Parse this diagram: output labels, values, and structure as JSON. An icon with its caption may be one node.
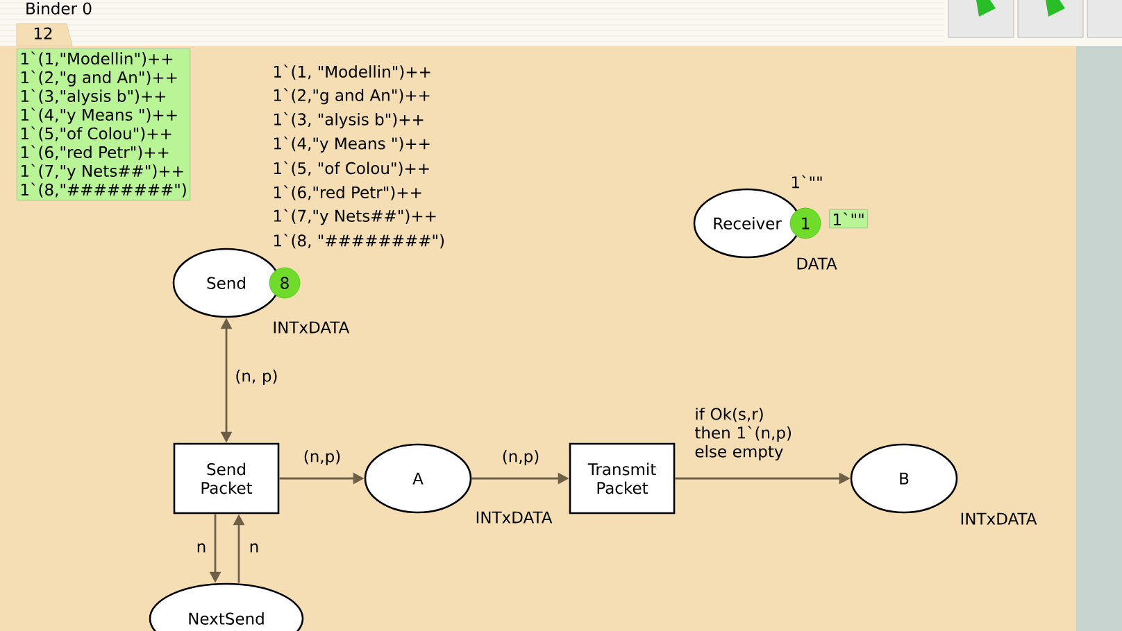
{
  "diagram": {
    "nodes": [
      {
        "text": [
          "Send"
        ],
        "beside": [
          "INTxDATA",
          "1`(1, \"Modellin\")++",
          "1`(2,\"g and An\")++",
          "1`(3, \"alysis b\")++",
          "1`(4,\"y Means \")++",
          "1`(5, \"of Colou\")++",
          "1`(6,\"red Petr\")++",
          "1`(7,\"y Nets##\")++",
          "1`(8, \"########\")"
        ]
      },
      {
        "text": [
          "8"
        ]
      },
      {
        "text": [
          "1`(1,\"Modellin\")++",
          "1`(2,\"g and An\")++",
          "1`(3,\"alysis b\")++",
          "1`(4,\"y Means \")++",
          "1`(5,\"of Colou\")++",
          "1`(6,\"red Petr\")++",
          "1`(7,\"y Nets##\")++",
          "1`(8,\"########\")"
        ]
      },
      {
        "text": [
          "Receiver"
        ],
        "beside": [
          "1`\"\"",
          "DATA"
        ]
      },
      {
        "text": [
          "1"
        ]
      },
      {
        "text": [
          "1`\"\""
        ]
      },
      {
        "text": [
          "Send Packet"
        ]
      },
      {
        "text": [
          "A"
        ],
        "beside": [
          "INTxDATA"
        ]
      },
      {
        "text": [
          "Transmit Packet"
        ]
      },
      {
        "text": [
          "B"
        ],
        "beside": [
          "INTxDATA"
        ]
      },
      {
        "text": [
          "NextSend"
        ]
      }
    ],
    "edges": [
      {
        "from": 6,
        "to": 0,
        "arrow": "both",
        "label": "(n, p)"
      },
      {
        "from": 6,
        "to": 7,
        "arrow": "to",
        "label": "(n,p)"
      },
      {
        "from": 7,
        "to": 8,
        "arrow": "to",
        "label": "(n,p)"
      },
      {
        "from": 8,
        "to": 9,
        "arrow": "to",
        "label": "if Ok(s,r) then 1`(n,p) else empty"
      },
      {
        "from": 6,
        "to": 10,
        "arrow": "to",
        "label": "n"
      },
      {
        "from": 10,
        "to": 6,
        "arrow": "to",
        "label": "n"
      }
    ],
    "labels": [
      "Binder 0",
      "12"
    ]
  }
}
